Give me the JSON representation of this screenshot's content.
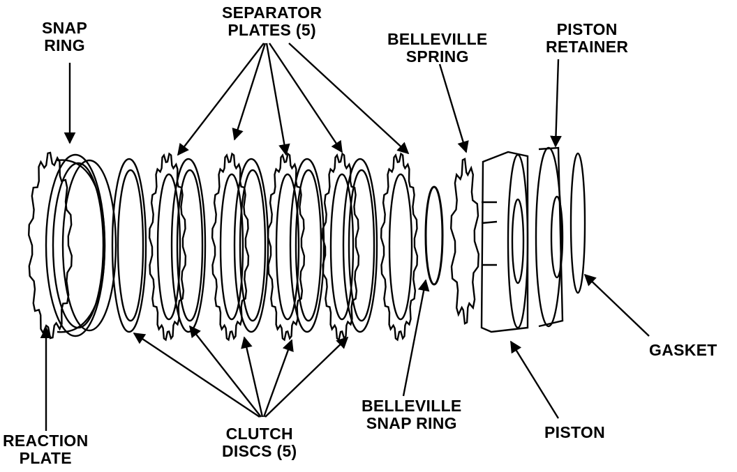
{
  "labels": {
    "snap_ring": [
      "SNAP",
      "RING"
    ],
    "separator_plates": [
      "SEPARATOR",
      "PLATES (5)"
    ],
    "belleville_spring": [
      "BELLEVILLE",
      "SPRING"
    ],
    "piston_retainer": [
      "PISTON",
      "RETAINER"
    ],
    "gasket": [
      "GASKET"
    ],
    "piston": [
      "PISTON"
    ],
    "belleville_snap_ring": [
      "BELLEVILLE",
      "SNAP RING"
    ],
    "clutch_discs": [
      "CLUTCH",
      "DISCS (5)"
    ],
    "reaction_plate": [
      "REACTION",
      "PLATE"
    ]
  },
  "colors": {
    "ink": "#000000",
    "paper": "#ffffff"
  }
}
